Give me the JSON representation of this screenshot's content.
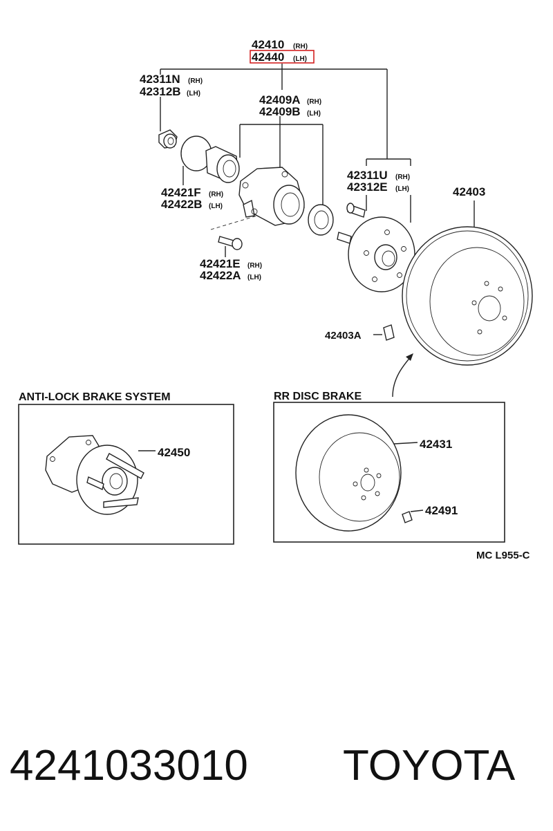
{
  "callouts": {
    "assy_rh": {
      "num": "42410",
      "sfx": "(RH)"
    },
    "assy_lh": {
      "num": "42440",
      "sfx": "(LH)"
    },
    "seal_rh": {
      "num": "42311N",
      "sfx": "(RH)"
    },
    "seal_lh": {
      "num": "42312B",
      "sfx": "(LH)"
    },
    "hub_rh": {
      "num": "42409A",
      "sfx": "(RH)"
    },
    "hub_lh": {
      "num": "42409B",
      "sfx": "(LH)"
    },
    "bearing_rh": {
      "num": "42421F",
      "sfx": "(RH)"
    },
    "bearing_lh": {
      "num": "42422B",
      "sfx": "(LH)"
    },
    "bolt_rh": {
      "num": "42421E",
      "sfx": "(RH)"
    },
    "bolt_lh": {
      "num": "42422A",
      "sfx": "(LH)"
    },
    "stud_rh": {
      "num": "42311U",
      "sfx": "(RH)"
    },
    "stud_lh": {
      "num": "42312E",
      "sfx": "(LH)"
    },
    "drum": {
      "num": "42403"
    },
    "plug": {
      "num": "42403A"
    },
    "abs_hub": {
      "num": "42450"
    },
    "disc": {
      "num": "42431"
    },
    "screw": {
      "num": "42491"
    }
  },
  "sections": {
    "abs": "ANTI-LOCK BRAKE SYSTEM",
    "disc": "RR DISC BRAKE"
  },
  "figure_code": "MC  L955-C",
  "footer": {
    "part_number": "4241033010",
    "brand": "TOYOTA"
  },
  "colors": {
    "line": "#222222",
    "highlight": "#d22020"
  }
}
